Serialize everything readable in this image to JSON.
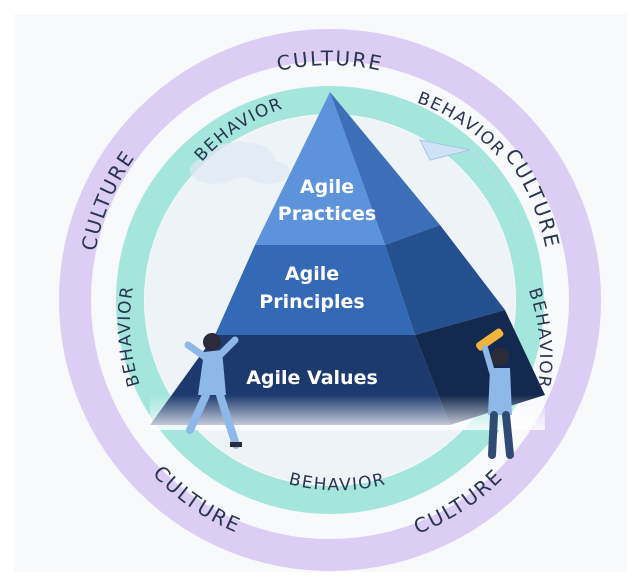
{
  "diagram": {
    "outer_ring": {
      "word": "CULTURE",
      "color": "#dccdf5"
    },
    "inner_ring": {
      "word": "BEHAVIOR",
      "color": "#a5e6dc"
    },
    "pyramid": {
      "tiers": [
        {
          "label_line1": "Agile",
          "label_line2": "Practices",
          "color": "#5c93da"
        },
        {
          "label_line1": "Agile",
          "label_line2": "Principles",
          "color": "#3469b5"
        },
        {
          "label_line1": "Agile Values",
          "label_line2": "",
          "color": "#1d3a6f"
        }
      ]
    },
    "figures": [
      {
        "name": "person-pushing",
        "color": "#8db8e8"
      },
      {
        "name": "person-with-telescope",
        "color": "#8db8e8"
      }
    ]
  }
}
